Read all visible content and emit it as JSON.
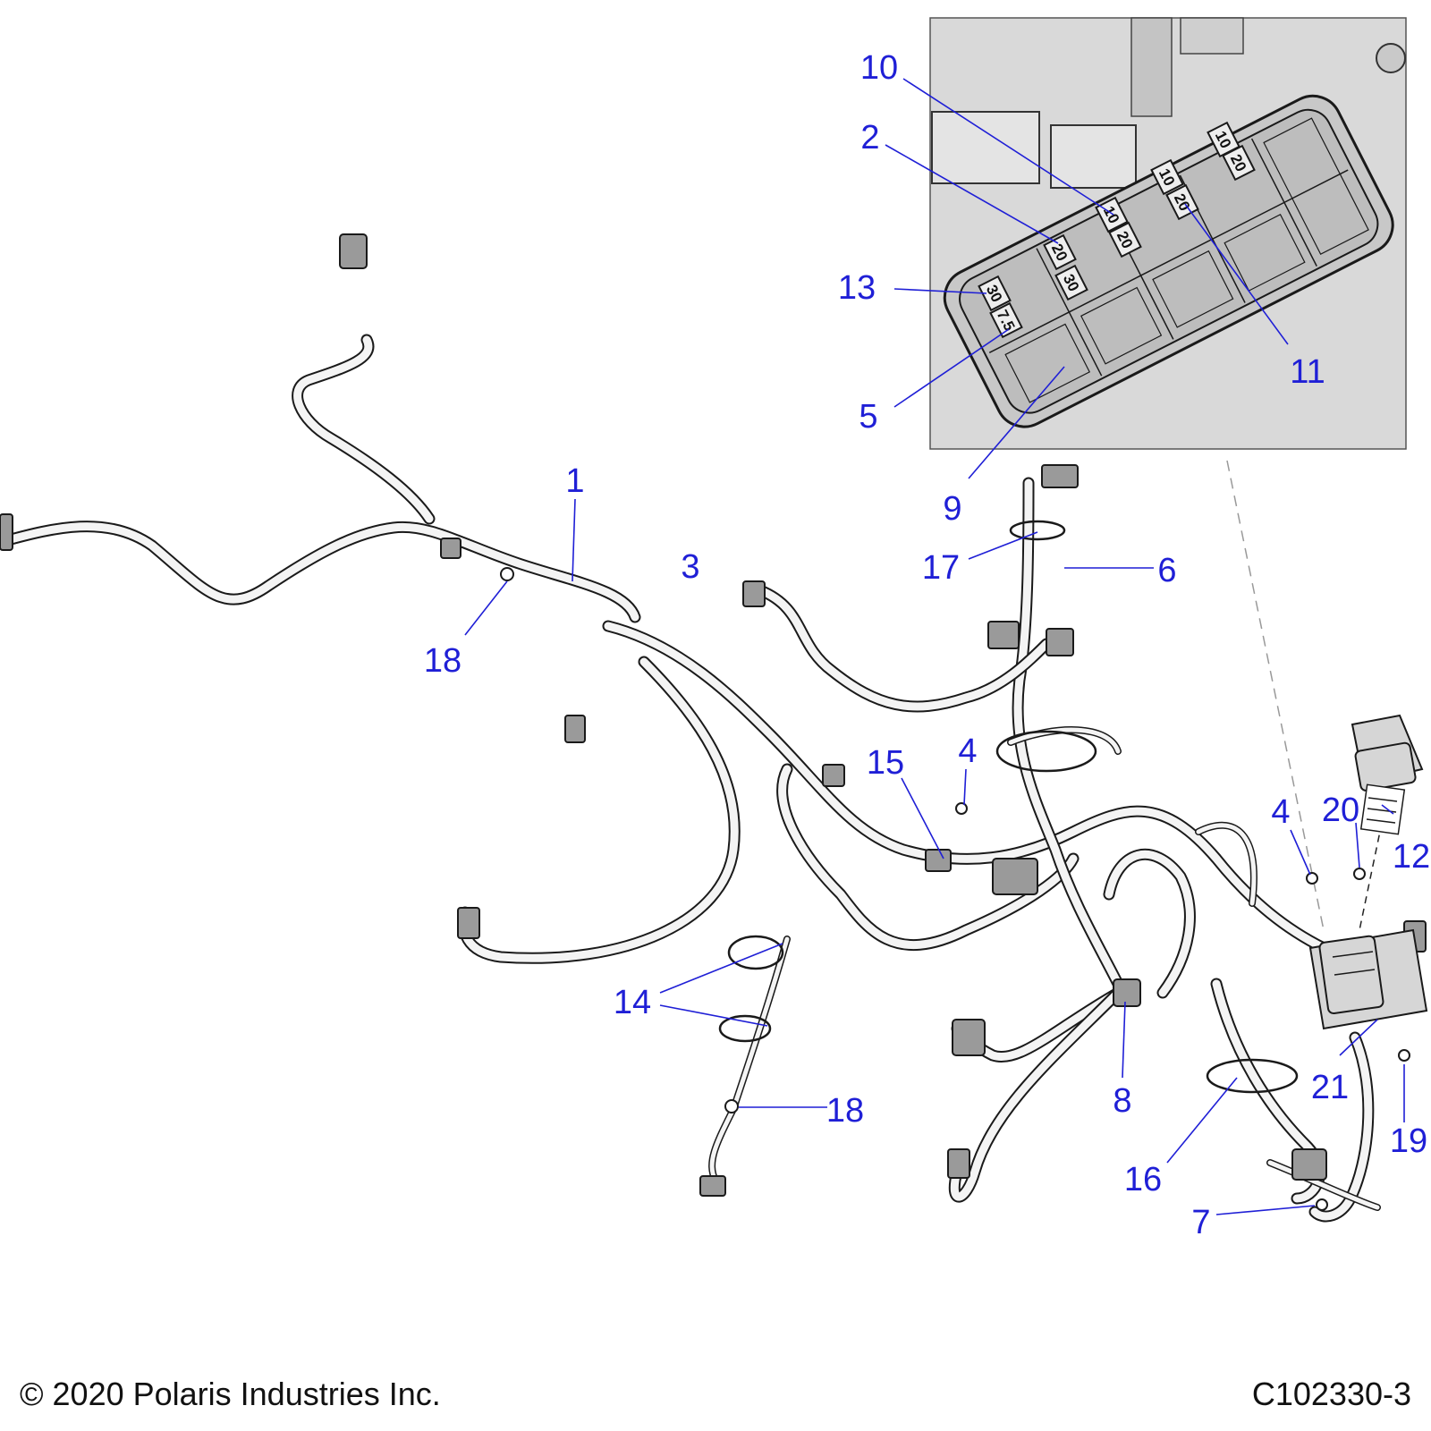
{
  "callouts": [
    {
      "id": "c10",
      "label": "10"
    },
    {
      "id": "c2",
      "label": "2"
    },
    {
      "id": "c13",
      "label": "13"
    },
    {
      "id": "c5",
      "label": "5"
    },
    {
      "id": "c9",
      "label": "9"
    },
    {
      "id": "c11",
      "label": "11"
    },
    {
      "id": "c1",
      "label": "1"
    },
    {
      "id": "c3",
      "label": "3"
    },
    {
      "id": "c18a",
      "label": "18"
    },
    {
      "id": "c17",
      "label": "17"
    },
    {
      "id": "c6",
      "label": "6"
    },
    {
      "id": "c15",
      "label": "15"
    },
    {
      "id": "c4a",
      "label": "4"
    },
    {
      "id": "c4b",
      "label": "4"
    },
    {
      "id": "c20",
      "label": "20"
    },
    {
      "id": "c12",
      "label": "12"
    },
    {
      "id": "c14",
      "label": "14"
    },
    {
      "id": "c18b",
      "label": "18"
    },
    {
      "id": "c8",
      "label": "8"
    },
    {
      "id": "c21",
      "label": "21"
    },
    {
      "id": "c19",
      "label": "19"
    },
    {
      "id": "c16",
      "label": "16"
    },
    {
      "id": "c7",
      "label": "7"
    }
  ],
  "fuse_ratings": [
    "30",
    "7.5",
    "20",
    "30",
    "10",
    "20",
    "10",
    "20",
    "10",
    "20"
  ],
  "copyright": "© 2020 Polaris Industries Inc.",
  "drawing_number": "C102330-3",
  "colors": {
    "callout": "#1f1fd6",
    "inset_background": "#d9d9d9"
  }
}
